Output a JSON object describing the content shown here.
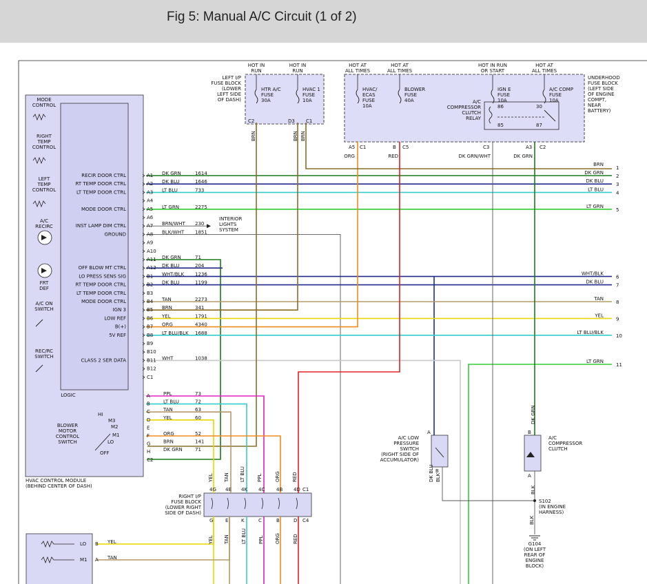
{
  "header": {
    "title": "Fig 5: Manual A/C Circuit (1 of 2)"
  },
  "power_labels": [
    {
      "id": "p1",
      "l1": "HOT IN",
      "l2": "RUN"
    },
    {
      "id": "p2",
      "l1": "HOT IN",
      "l2": "RUN"
    },
    {
      "id": "p3",
      "l1": "HOT AT",
      "l2": "ALL TIMES"
    },
    {
      "id": "p4",
      "l1": "HOT AT",
      "l2": "ALL TIMES"
    },
    {
      "id": "p5",
      "l1": "HOT IN RUN",
      "l2": "OR START"
    },
    {
      "id": "p6",
      "l1": "HOT AT",
      "l2": "ALL TIMES"
    }
  ],
  "left_fuse_block": {
    "lines": [
      "LEFT I/P",
      "FUSE BLOCK",
      "(LOWER",
      "LEFT SIDE",
      "OF DASH)"
    ]
  },
  "underhood_fuse_block": {
    "lines": [
      "UNDERHOOD",
      "FUSE BLOCK",
      "(LEFT SIDE",
      "OF ENGINE",
      "COMPT,",
      "NEAR",
      "BATTERY)"
    ]
  },
  "fuses": [
    {
      "id": "f1",
      "lines": [
        "HTR A/C",
        "FUSE",
        "30A"
      ]
    },
    {
      "id": "f2",
      "lines": [
        "HVAC 1",
        "FUSE",
        "10A"
      ]
    },
    {
      "id": "f3",
      "lines": [
        "HVAC/",
        "ECAS",
        "FUSE",
        "10A"
      ]
    },
    {
      "id": "f4",
      "lines": [
        "BLOWER",
        "FUSE",
        "40A"
      ]
    },
    {
      "id": "f5",
      "lines": [
        "IGN E",
        "FUSE",
        "10A"
      ]
    },
    {
      "id": "f6",
      "lines": [
        "A/C COMP",
        "FUSE",
        "10A"
      ]
    }
  ],
  "relay": {
    "lines": [
      "A/C",
      "COMPRESSOR",
      "CLUTCH",
      "RELAY"
    ],
    "pins": [
      "86",
      "30",
      "85",
      "87"
    ]
  },
  "fuse_pins": [
    "C2",
    "D3",
    "C1",
    "A5",
    "C1",
    "B",
    "C5",
    "C3",
    "A3",
    "C2"
  ],
  "top_wire_labels": [
    "BRN",
    "BRN",
    "BRN",
    "ORG",
    "RED",
    "DK GRN/WHT",
    "DK GRN"
  ],
  "hvac_module": {
    "controls": [
      "MODE",
      "CONTROL",
      "RIGHT",
      "TEMP",
      "CONTROL",
      "LEFT",
      "TEMP",
      "CONTROL",
      "A/C",
      "RECIRC",
      "FRT",
      "DEF",
      "A/C ON",
      "SWITCH",
      "REC/RC",
      "SWITCH"
    ],
    "logic_label": "LOGIC",
    "module_label": [
      "HVAC CONTROL MODULE",
      "(BEHIND CENTER OF DASH)"
    ],
    "blower_switch": [
      "BLOWER",
      "MOTOR",
      "CONTROL",
      "SWITCH"
    ],
    "blower_positions": [
      "HI",
      "M3",
      "M2",
      "M1",
      "LO",
      "OFF"
    ]
  },
  "pin_rows": [
    {
      "func": "RECIR DOOR CTRL",
      "pin": "A1",
      "color": "DK GRN",
      "circuit": "1614"
    },
    {
      "func": "RT TEMP DOOR CTRL",
      "pin": "A2",
      "color": "DK BLU",
      "circuit": "1646"
    },
    {
      "func": "LT TEMP DOOR CTRL",
      "pin": "A3",
      "color": "LT BLU",
      "circuit": "733"
    },
    {
      "func": "",
      "pin": "A4",
      "color": "",
      "circuit": ""
    },
    {
      "func": "MODE DOOR CTRL",
      "pin": "A5",
      "color": "LT GRN",
      "circuit": "2275"
    },
    {
      "func": "",
      "pin": "A6",
      "color": "",
      "circuit": ""
    },
    {
      "func": "INST LAMP DIM CTRL",
      "pin": "A7",
      "color": "BRN/WHT",
      "circuit": "230"
    },
    {
      "func": "GROUND",
      "pin": "A8",
      "color": "BLK/WHT",
      "circuit": "1851"
    },
    {
      "func": "",
      "pin": "A9",
      "color": "",
      "circuit": ""
    },
    {
      "func": "",
      "pin": "A10",
      "color": "",
      "circuit": ""
    },
    {
      "func": "",
      "pin": "A11",
      "color": "DK GRN",
      "circuit": "71"
    },
    {
      "func": "OFF BLOW MT CTRL",
      "pin": "A12",
      "color": "DK BLU",
      "circuit": "204"
    },
    {
      "func": "LO PRESS SENS SIG",
      "pin": "B1",
      "color": "WHT/BLK",
      "circuit": "1236"
    },
    {
      "func": "RT TEMP DOOR CTRL",
      "pin": "B2",
      "color": "DK BLU",
      "circuit": "1199"
    },
    {
      "func": "LT TEMP DOOR CTRL",
      "pin": "B3",
      "color": "",
      "circuit": ""
    },
    {
      "func": "MODE DOOR CTRL",
      "pin": "B4",
      "color": "TAN",
      "circuit": "2273"
    },
    {
      "func": "IGN 3",
      "pin": "B5",
      "color": "BRN",
      "circuit": "341"
    },
    {
      "func": "LOW REF",
      "pin": "B6",
      "color": "YEL",
      "circuit": "1791"
    },
    {
      "func": "B(+)",
      "pin": "B7",
      "color": "ORG",
      "circuit": "4340"
    },
    {
      "func": "5V REF",
      "pin": "B8",
      "color": "LT BLU/BLK",
      "circuit": "1688"
    },
    {
      "func": "",
      "pin": "B9",
      "color": "",
      "circuit": ""
    },
    {
      "func": "",
      "pin": "B10",
      "color": "",
      "circuit": ""
    },
    {
      "func": "CLASS 2 SER DATA",
      "pin": "B11",
      "color": "WHT",
      "circuit": "1038"
    },
    {
      "func": "",
      "pin": "B12",
      "color": "",
      "circuit": ""
    },
    {
      "func": "",
      "pin": "C1",
      "color": "",
      "circuit": ""
    }
  ],
  "interior_lights": [
    "INTERIOR",
    "LIGHTS",
    "SYSTEM"
  ],
  "right_wire_labels": [
    {
      "text": "BRN",
      "num": "1"
    },
    {
      "text": "DK GRN",
      "num": "2"
    },
    {
      "text": "DK BLU",
      "num": "3"
    },
    {
      "text": "LT BLU",
      "num": "4"
    },
    {
      "text": "LT GRN",
      "num": "5"
    },
    {
      "text": "WHT/BLK",
      "num": "6"
    },
    {
      "text": "DK BLU",
      "num": "7"
    },
    {
      "text": "TAN",
      "num": "8"
    },
    {
      "text": "YEL",
      "num": "9"
    },
    {
      "text": "LT BLU/BLK",
      "num": "10"
    },
    {
      "text": "LT GRN",
      "num": "11"
    }
  ],
  "c2_rows": [
    {
      "pin": "A",
      "color": "PPL",
      "circuit": "73"
    },
    {
      "pin": "B",
      "color": "LT BLU",
      "circuit": "72"
    },
    {
      "pin": "C",
      "color": "TAN",
      "circuit": "63"
    },
    {
      "pin": "D",
      "color": "YEL",
      "circuit": "60"
    },
    {
      "pin": "E",
      "color": "",
      "circuit": ""
    },
    {
      "pin": "F",
      "color": "ORG",
      "circuit": "52"
    },
    {
      "pin": "G",
      "color": "BRN",
      "circuit": "141"
    },
    {
      "pin": "H",
      "color": "DK GRN",
      "circuit": "71"
    },
    {
      "pin": "C2",
      "color": "",
      "circuit": ""
    }
  ],
  "right_fuse_block": {
    "lines": [
      "RIGHT I/P",
      "FUSE BLOCK",
      "(LOWER RIGHT",
      "SIDE OF DASH)"
    ],
    "top_pins": [
      "4G",
      "4E",
      "4K",
      "4C",
      "4B",
      "4D",
      "C1"
    ],
    "bottom_pins": [
      "G",
      "E",
      "K",
      "C",
      "B",
      "D",
      "C4"
    ],
    "wire_labels": [
      "YEL",
      "TAN",
      "LT BLU",
      "PPL",
      "ORG",
      "RED"
    ]
  },
  "pressure_switch": {
    "lines": [
      "A/C LOW",
      "PRESSURE",
      "SWITCH",
      "(RIGHT SIDE OF",
      "ACCUMULATOR)"
    ],
    "wire_top": "DK BLU",
    "wire_bottom": "BLK",
    "pin_top": "A",
    "pin_bottom": "B"
  },
  "compressor_clutch": {
    "lines": [
      "A/C",
      "COMPRESSOR",
      "CLUTCH"
    ],
    "wire_top": "DK GRN",
    "wire_bottom": "BLK",
    "pin_top": "B",
    "pin_bottom": "A"
  },
  "splice": {
    "lines": [
      "S102",
      "(IN ENGINE",
      "HARNESS)"
    ]
  },
  "ground": {
    "lines": [
      "G104",
      "(ON LEFT",
      "REAR OF",
      "ENGINE",
      "BLOCK)"
    ],
    "wire": "BLK"
  },
  "blower_motor": {
    "rows": [
      {
        "label": "LO",
        "pin": "B",
        "color": "YEL"
      },
      {
        "label": "M1",
        "pin": "A",
        "color": "TAN"
      }
    ]
  },
  "colors": {
    "dkgrn": "#1a7a1a",
    "ltgrn": "#33cc33",
    "dkblu": "#1f2a8c",
    "ltblu": "#33cccc",
    "brn": "#8b6b2a",
    "tan": "#b59a6a",
    "yel": "#e6d800",
    "org": "#f08a1c",
    "red": "#e02020",
    "ppl": "#e020c0",
    "wht": "#c8c8c8",
    "gry": "#555555",
    "blk": "#222222"
  }
}
